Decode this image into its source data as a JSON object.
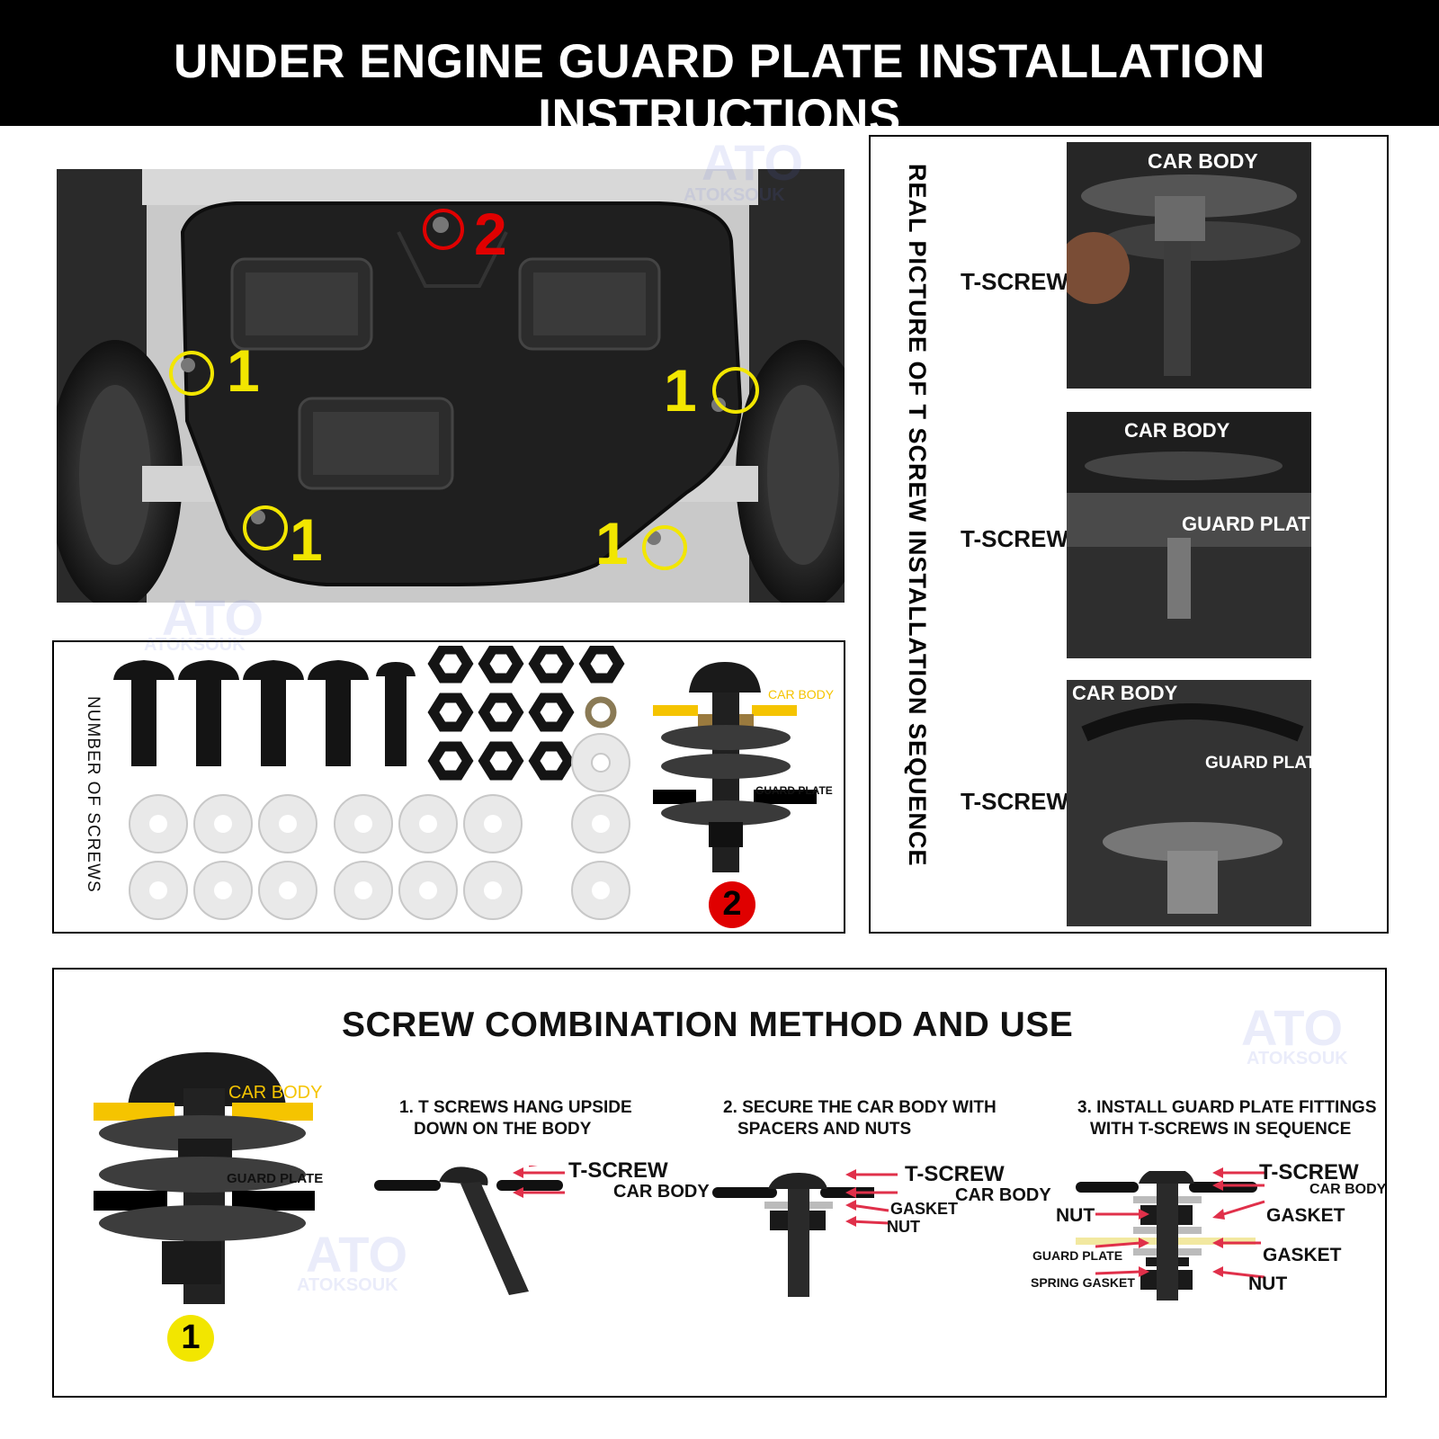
{
  "header": {
    "title": "UNDER ENGINE GUARD PLATE INSTALLATION INSTRUCTIONS"
  },
  "plate_photo": {
    "marker_1": "1",
    "marker_2": "2"
  },
  "parts_panel": {
    "side_label": "NUMBER OF SCREWS",
    "diagram_car_body": "CAR BODY",
    "diagram_guard_plate": "GUARD PLATE",
    "diagram_number": "2"
  },
  "real_picture_panel": {
    "side_title": "REAL PICTURE OF T SCREW INSTALLATION SEQUENCE",
    "rows": [
      {
        "tscrew": "T-SCREW",
        "labels": [
          "CAR BODY"
        ]
      },
      {
        "tscrew": "T-SCREW",
        "labels": [
          "CAR BODY",
          "GUARD PLATE"
        ]
      },
      {
        "tscrew": "T-SCREW",
        "labels": [
          "CAR BODY",
          "GUARD PLATE"
        ]
      }
    ]
  },
  "combination": {
    "title": "SCREW COMBINATION METHOD AND USE",
    "left_diagram": {
      "car_body": "CAR BODY",
      "guard_plate": "GUARD PLATE",
      "number": "1"
    },
    "steps": [
      {
        "line1": "1. T SCREWS HANG UPSIDE",
        "line2": "DOWN ON THE BODY",
        "labels": {
          "a": "T-SCREW",
          "b": "CAR BODY"
        }
      },
      {
        "line1": "2. SECURE THE CAR BODY WITH",
        "line2": "SPACERS AND NUTS",
        "labels": {
          "a": "T-SCREW",
          "b": "CAR BODY",
          "c": "GASKET",
          "d": "NUT"
        }
      },
      {
        "line1": "3. INSTALL GUARD PLATE FITTINGS",
        "line2": "WITH T-SCREWS IN SEQUENCE",
        "labels": {
          "a": "T-SCREW",
          "b": "CAR BODY",
          "c": "NUT",
          "d": "GASKET",
          "e": "GUARD PLATE",
          "f": "GASKET",
          "g": "SPRING GASKET",
          "h": "NUT"
        }
      }
    ]
  },
  "watermark": {
    "text": "ATOKSOUK",
    "logo": "ATO"
  },
  "colors": {
    "yellow": "#f2e600",
    "red": "#e00000",
    "arrow": "#e0304a",
    "highlight": "#f5c400"
  }
}
